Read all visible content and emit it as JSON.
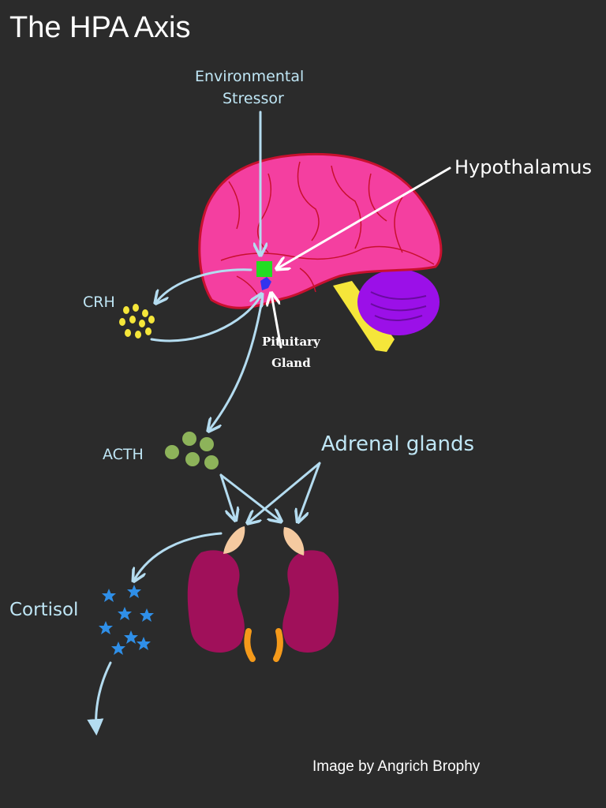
{
  "title": "The HPA Axis",
  "labels": {
    "stressor_line1": "Environmental",
    "stressor_line2": "Stressor",
    "hypothalamus": "Hypothalamus",
    "crh": "CRH",
    "pituitary_line1": "Pituitary",
    "pituitary_line2": "Gland",
    "acth": "ACTH",
    "adrenal": "Adrenal glands",
    "cortisol": "Cortisol"
  },
  "credit": "Image by Angrich Brophy",
  "colors": {
    "background": "#2b2b2b",
    "arrow": "#b4dcf0",
    "brain": "#f43fa0",
    "brain_outline": "#c8102e",
    "hypothalamus": "#22dd22",
    "pituitary": "#3333ee",
    "cerebellum": "#9b10e8",
    "brainstem": "#f5e63a",
    "crh": "#f5e63a",
    "acth": "#8db35a",
    "cortisol": "#2f8fe8",
    "kidney": "#a0105a",
    "adrenal": "#f5caa0",
    "ureter": "#f59a1a"
  }
}
